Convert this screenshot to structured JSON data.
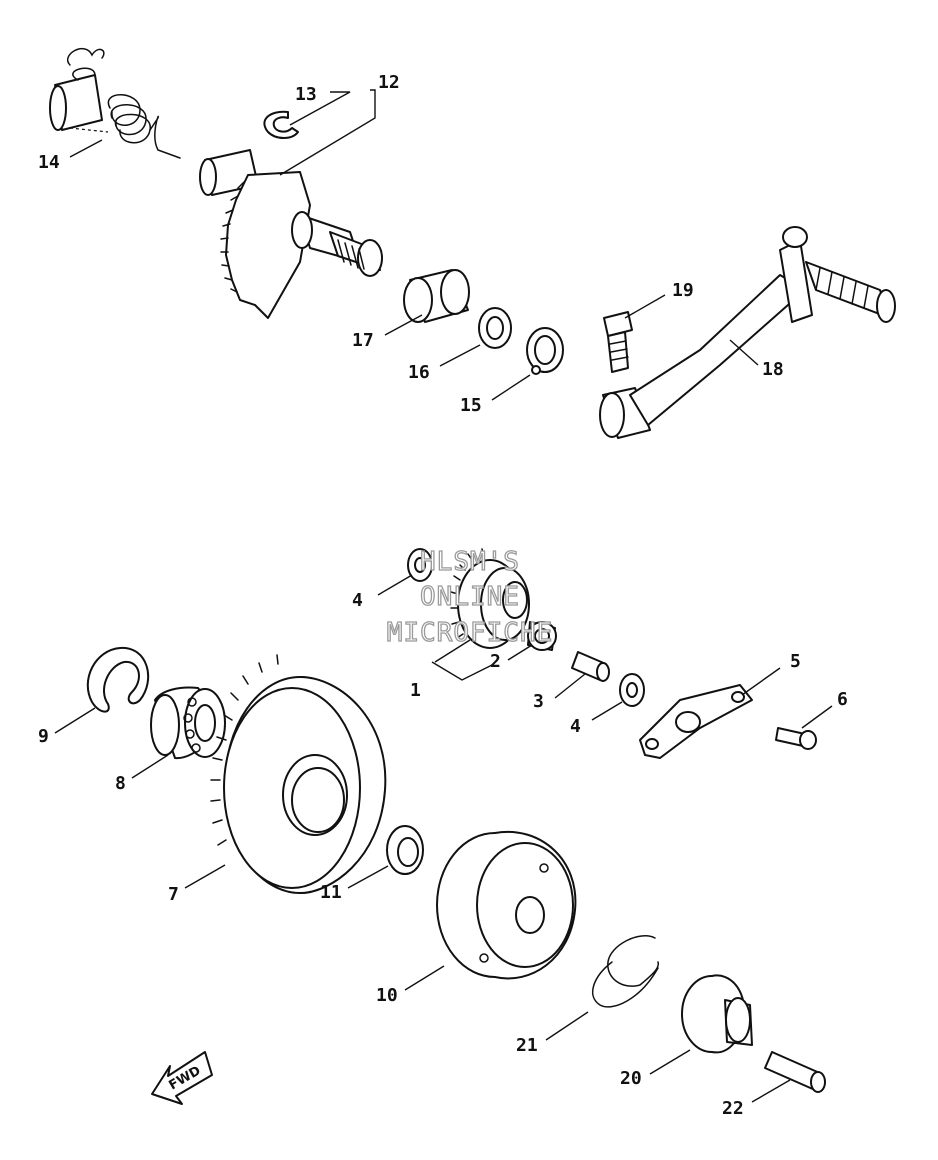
{
  "watermark": {
    "line1": "HLSM'S",
    "line2": "ONLINE",
    "line3": "MICROFICHE"
  },
  "direction_label": "FWD",
  "callouts": {
    "c1": "1",
    "c2": "2",
    "c3": "3",
    "c4a": "4",
    "c4b": "4",
    "c5": "5",
    "c6": "6",
    "c7": "7",
    "c8": "8",
    "c9": "9",
    "c10": "10",
    "c11": "11",
    "c12": "12",
    "c13": "13",
    "c14": "14",
    "c15": "15",
    "c16": "16",
    "c17": "17",
    "c18": "18",
    "c19": "19",
    "c20": "20",
    "c21": "21",
    "c22": "22"
  }
}
